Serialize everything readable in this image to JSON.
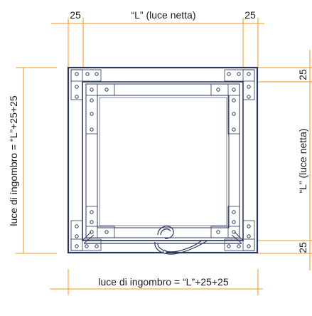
{
  "labels": {
    "top_left_offset": "25",
    "top_net_width": "“L” (luce netta)",
    "top_right_offset": "25",
    "left_overall": "luce di ingombro = “L”+25+25",
    "right_top_offset": "25",
    "right_net_height": "“L” (luce netta)",
    "right_bottom_offset": "25",
    "bottom_overall": "luce di ingombro = “L”+25+25"
  },
  "colors": {
    "dimension_line": "#f39a1e",
    "frame_line": "#2b3a5e",
    "text": "#1a1a1a",
    "panel_fill": "#ffffff"
  }
}
